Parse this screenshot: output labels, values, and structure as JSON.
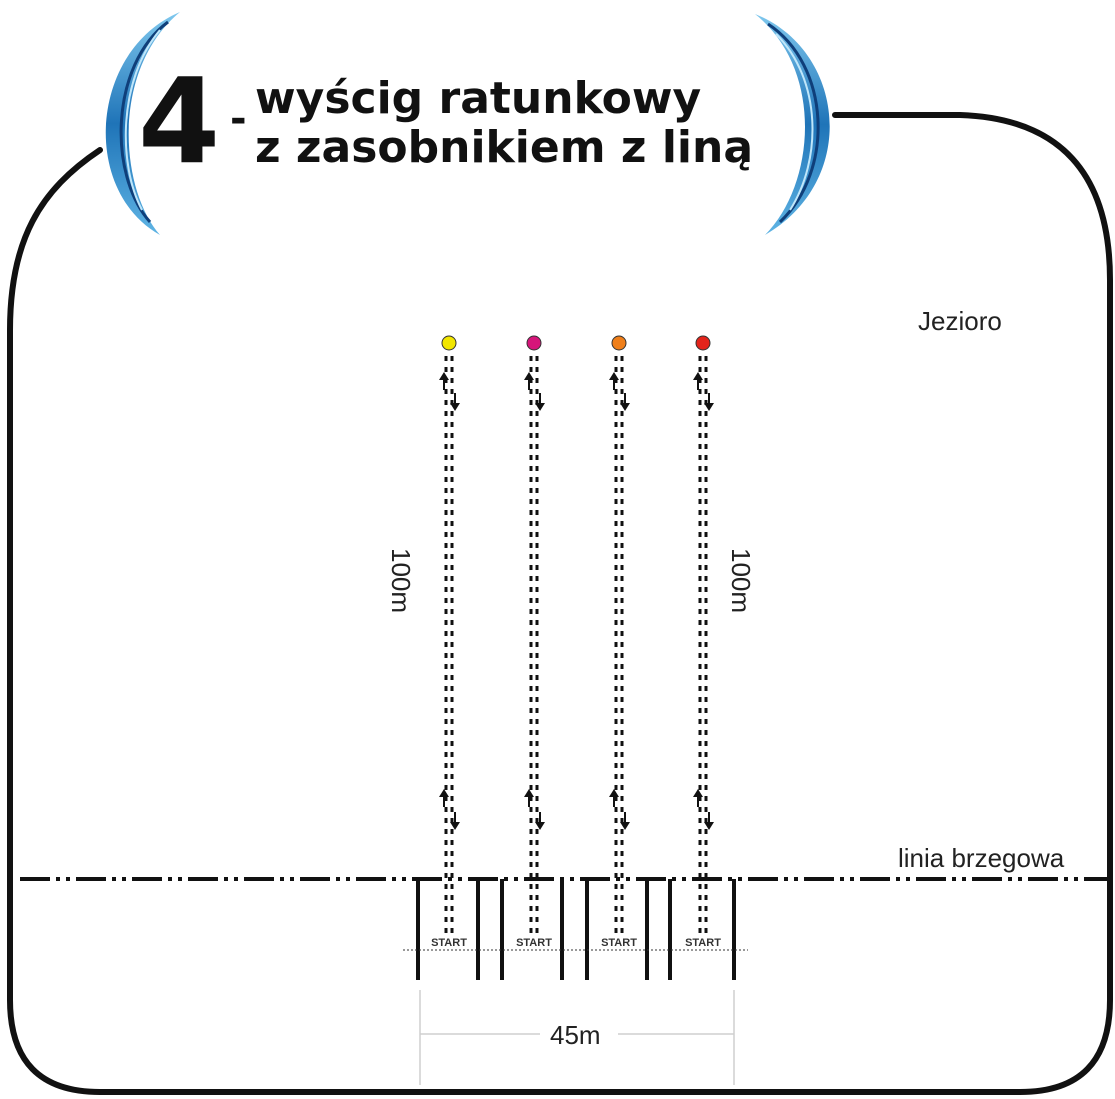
{
  "title": {
    "number": "4",
    "dash": "-",
    "line1": "wyścig ratunkowy",
    "line2": "z zasobnikiem z liną"
  },
  "labels": {
    "lake": "Jezioro",
    "shoreline": "linia brzegowa",
    "distance_left": "100m",
    "distance_right": "100m",
    "width": "45m",
    "start": "START"
  },
  "lanes": [
    {
      "buoy_color": "#f2e600",
      "start_label": "START"
    },
    {
      "buoy_color": "#d6157a",
      "start_label": "START"
    },
    {
      "buoy_color": "#ef7f1a",
      "start_label": "START"
    },
    {
      "buoy_color": "#e3241b",
      "start_label": "START"
    }
  ],
  "colors": {
    "wave_dark": "#1b4f8c",
    "wave_light": "#2f9ad6",
    "border": "#111111"
  }
}
